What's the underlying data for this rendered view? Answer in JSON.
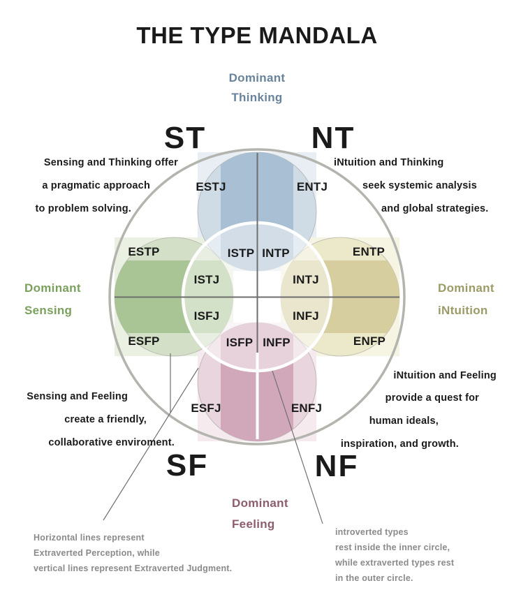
{
  "title": "THE TYPE MANDALA",
  "colors": {
    "text": "#1a1a1a",
    "footnote": "#8a8a8a",
    "pointer": "#707070",
    "outer_ring": "#b4b4ae",
    "crosshair": "#6e6e6e",
    "circle_edge": "#9a9a96",
    "thinking": {
      "square": "#e9eef4",
      "circle": "#cfdce6",
      "stripe": "#a9bfd3",
      "label": "#68839b"
    },
    "sensing": {
      "square": "#eaf0e2",
      "circle": "#d3dfc6",
      "stripe": "#aac595",
      "label": "#7ba05e"
    },
    "intuition": {
      "square": "#f6f4e3",
      "circle": "#ece8ca",
      "stripe": "#d6ce9f",
      "label": "#9b9b68"
    },
    "feeling": {
      "square": "#f5ebef",
      "circle": "#e8d5dd",
      "stripe": "#d1a8b9",
      "label": "#8d5c6e"
    }
  },
  "dominant": {
    "thinking": {
      "line1": "Dominant",
      "line2": "Thinking"
    },
    "sensing": {
      "line1": "Dominant",
      "line2": "Sensing"
    },
    "intuition": {
      "line1": "Dominant",
      "line2": "iNtuition"
    },
    "feeling": {
      "line1": "Dominant",
      "line2": "Feeling"
    }
  },
  "quadrants": {
    "st": {
      "label": "ST",
      "lines": [
        "Sensing and Thinking offer",
        "a pragmatic approach",
        "to problem solving."
      ]
    },
    "nt": {
      "label": "NT",
      "lines": [
        "iNtuition and Thinking",
        "seek systemic analysis",
        "and global strategies."
      ]
    },
    "sf": {
      "label": "SF",
      "lines": [
        "Sensing and Feeling",
        "create a friendly,",
        "collaborative enviroment."
      ]
    },
    "nf": {
      "label": "NF",
      "lines": [
        "iNtuition and Feeling",
        "provide a quest for",
        "human ideals,",
        "inspiration, and growth."
      ]
    }
  },
  "types": {
    "estj": "ESTJ",
    "entj": "ENTJ",
    "istp": "ISTP",
    "intp": "INTP",
    "istj": "ISTJ",
    "intj": "INTJ",
    "isfj": "ISFJ",
    "infj": "INFJ",
    "isfp": "ISFP",
    "infp": "INFP",
    "esfj": "ESFJ",
    "enfj": "ENFJ",
    "estp": "ESTP",
    "entp": "ENTP",
    "esfp": "ESFP",
    "enfp": "ENFP"
  },
  "footnotes": {
    "lines_legend": [
      "Horizontal lines represent",
      "Extraverted Perception, while",
      "vertical lines represent Extraverted Judgment."
    ],
    "circles_legend": [
      "introverted types",
      "rest inside the inner circle,",
      "while extraverted types rest",
      "in the outer circle."
    ]
  }
}
